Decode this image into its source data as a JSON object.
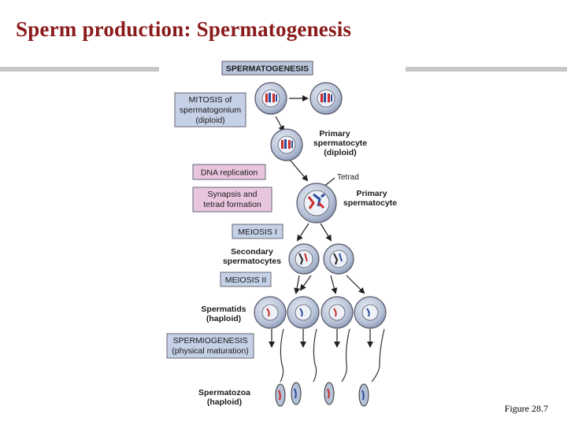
{
  "slide": {
    "title": "Sperm production: Spermatogenesis",
    "caption": "Figure 28.7"
  },
  "figure": {
    "header": "SPERMATOGENESIS",
    "boxes": {
      "mitosis": [
        "MITOSIS of",
        "spermatogonium",
        "(diploid)"
      ],
      "dna_replication": "DNA replication",
      "synapsis": [
        "Synapsis and",
        "tetrad formation"
      ],
      "meiosis1": "MEIOSIS I",
      "meiosis2": "MEIOSIS II",
      "spermiogenesis": [
        "SPERMIOGENESIS",
        "(physical maturation)"
      ]
    },
    "labels": {
      "primary_spermatocyte_diploid": [
        "Primary",
        "spermatocyte",
        "(diploid)"
      ],
      "tetrad": "Tetrad",
      "primary_spermatocyte": [
        "Primary",
        "spermatocyte"
      ],
      "secondary_spermatocytes": [
        "Secondary",
        "spermatocytes"
      ],
      "spermatids": [
        "Spermatids",
        "(haploid)"
      ],
      "spermatozoa": [
        "Spermatozoa",
        "(haploid)"
      ]
    },
    "colors": {
      "title": "#8b1a1a",
      "header_box": "#b9c6dc",
      "blue_box": "#c5d1e6",
      "pink_box": "#e9c6df",
      "cell_fill": "#bcc7d9",
      "nucleus_fill": "#eef2f8",
      "chromosome_red": "#cc2b2b",
      "chromosome_blue": "#2b4c9c"
    }
  }
}
